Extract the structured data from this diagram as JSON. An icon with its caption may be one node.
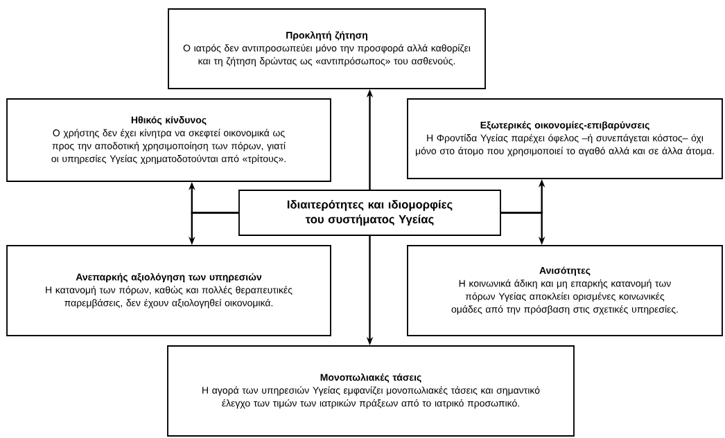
{
  "diagram": {
    "nodes": [
      {
        "text": [
          "Προκλητή ζήτηση",
          "Ο ιατρός δεν αντιπροσωπεύει μόνο την προσφορά αλλά καθορίζει και τη ζήτηση δρώντας ως «αντιπρόσωπος» του ασθενούς."
        ]
      },
      {
        "text": [
          "Ηθικός κίνδυνος",
          "Ο χρήστης δεν έχει κίνητρα να σκεφτεί οικονομικά ως προς την αποδοτική χρησιμοποίηση των πόρων, γιατί οι υπηρεσίες Υγείας χρηματοδοτούνται από «τρίτους»."
        ]
      },
      {
        "text": [
          "Εξωτερικές οικονομίες-επιβαρύνσεις",
          "Η Φροντίδα Υγείας παρέχει όφελος –ή συνεπάγεται κόστος– όχι μόνο στο άτομο που χρησιμοποιεί το αγαθό αλλά και σε άλλα άτομα."
        ]
      },
      {
        "text": [
          "Ιδιαιτερότητες και ιδιομορφίες του συστήματος Υγείας"
        ]
      },
      {
        "text": [
          "Ανεπαρκής αξιολόγηση των υπηρεσιών",
          "Η κατανομή των πόρων, καθώς και πολλές θεραπευτικές παρεμβάσεις, δεν έχουν αξιολογηθεί οικονομικά."
        ]
      },
      {
        "text": [
          "Ανισότητες",
          "Η κοινωνικά άδικη και μη επαρκής κατανομή των πόρων Υγείας αποκλείει ορισμένες κοινωνικές ομάδες από την πρόσβαση στις σχετικές υπηρεσίες."
        ]
      },
      {
        "text": [
          "Μονοπωλιακές τάσεις",
          "Η αγορά των υπηρεσιών Υγείας εμφανίζει μονοπωλιακές τάσεις και σημαντικό έλεγχο των τιμών των ιατρικών πράξεων από το ιατρικό προσωπικό."
        ]
      }
    ],
    "edges": [
      {
        "from": 3,
        "to": 0,
        "arrow": "to"
      },
      {
        "from": 3,
        "to": 1,
        "arrow": "to"
      },
      {
        "from": 3,
        "to": 2,
        "arrow": "to"
      },
      {
        "from": 3,
        "to": 4,
        "arrow": "to"
      },
      {
        "from": 3,
        "to": 5,
        "arrow": "to"
      },
      {
        "from": 3,
        "to": 6,
        "arrow": "to"
      }
    ]
  }
}
